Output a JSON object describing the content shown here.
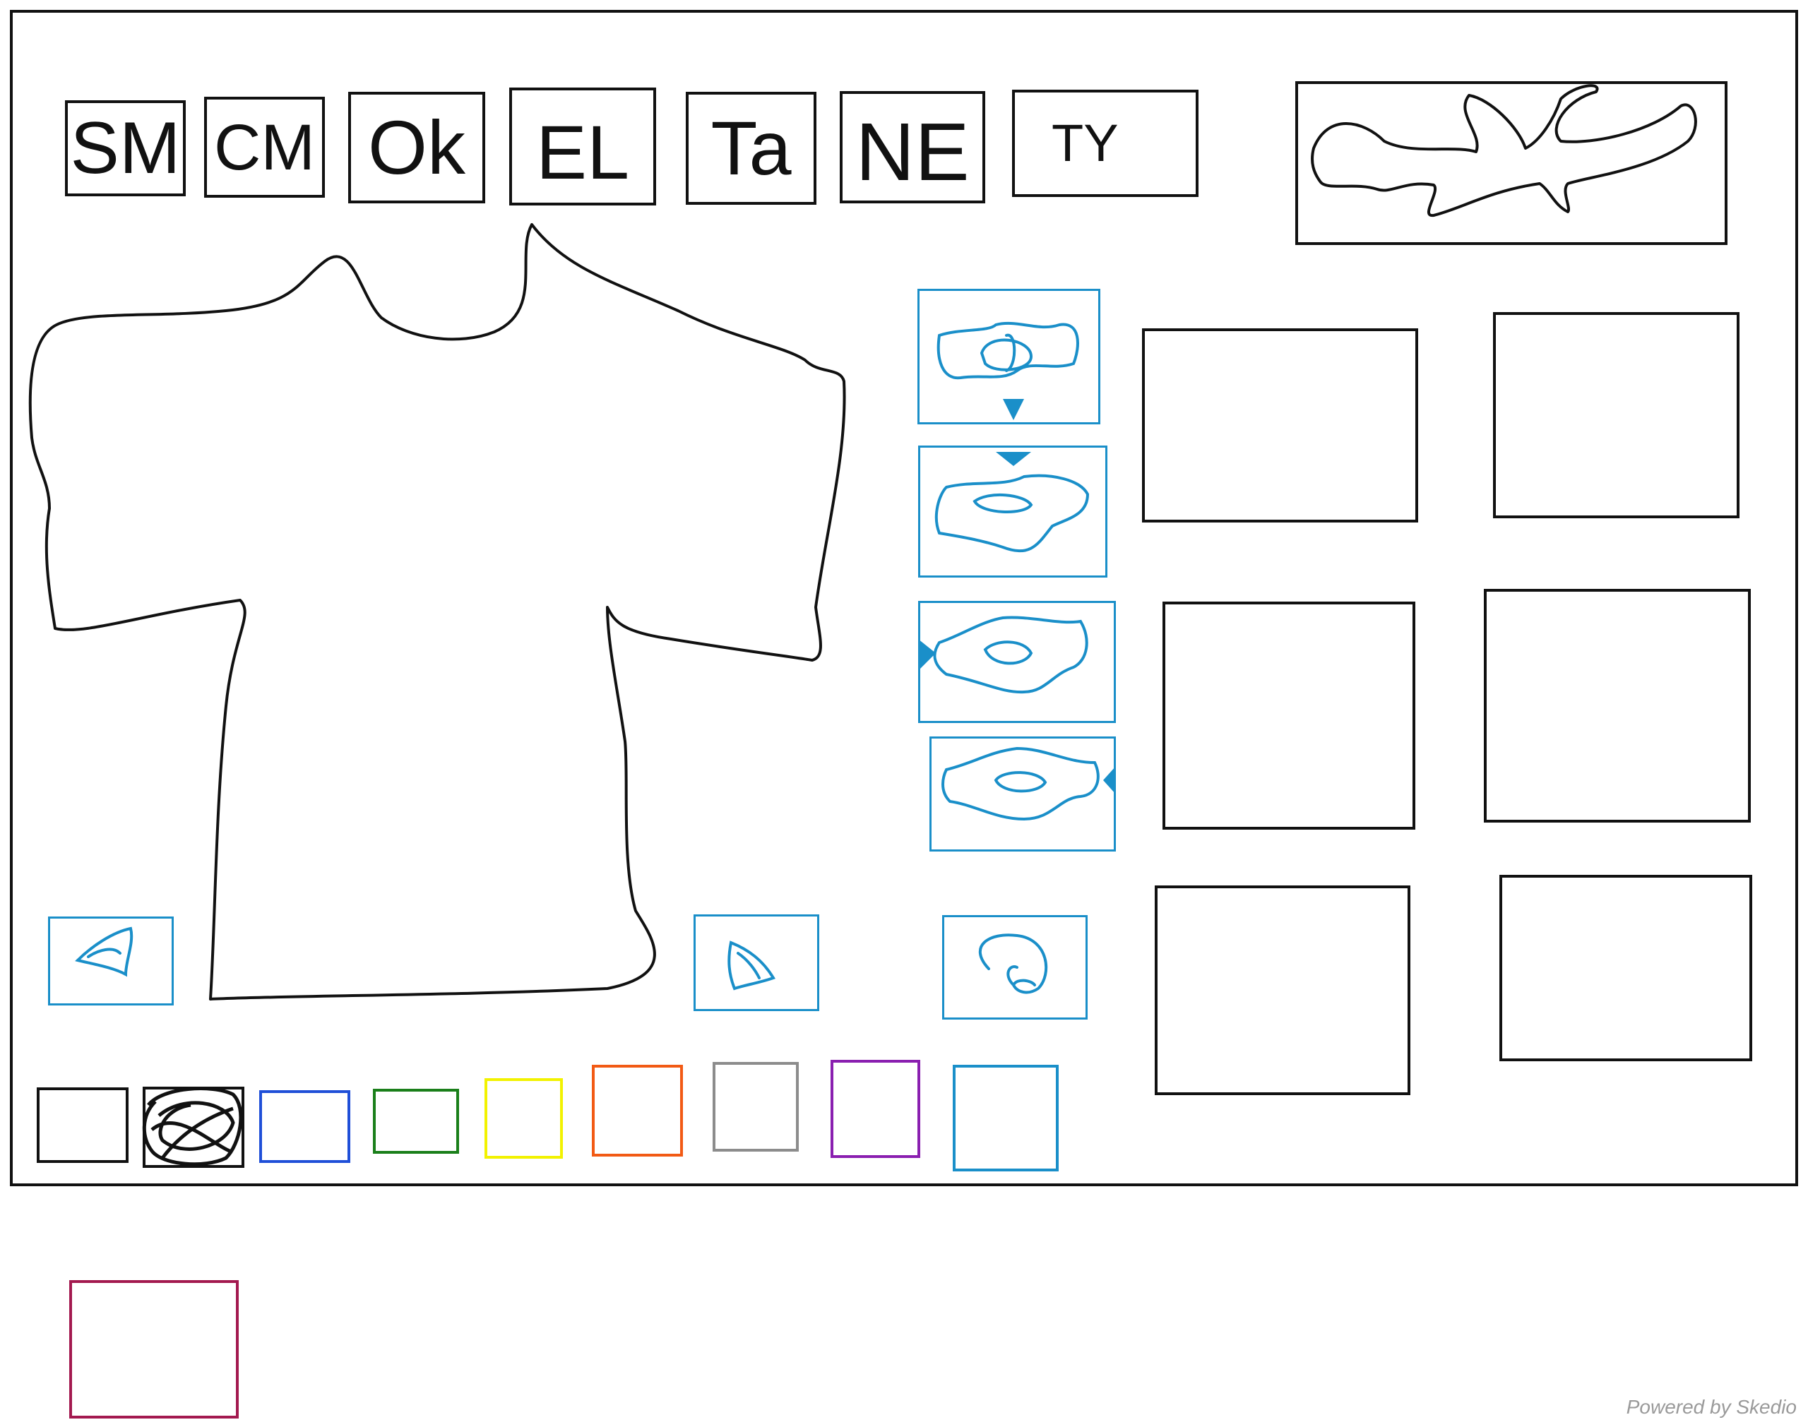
{
  "toolbar": {
    "buttons": [
      {
        "label": "SM"
      },
      {
        "label": "CM"
      },
      {
        "label": "Ok"
      },
      {
        "label": "EL"
      },
      {
        "label": "Ta"
      },
      {
        "label": "NE"
      },
      {
        "label": "TY"
      }
    ]
  },
  "palette": {
    "colors": [
      "#111111",
      "#111111",
      "#1f4fd8",
      "#1a7f1a",
      "#f2f200",
      "#f25a14",
      "#8c8c8c",
      "#8a1fb0",
      "#1a8fc9"
    ]
  },
  "extra_swatch": {
    "color": "#a3194f"
  },
  "accent": {
    "sketch_blue": "#1a8fc9",
    "ink": "#111111"
  },
  "footer": {
    "watermark": "Powered by Skedio"
  }
}
